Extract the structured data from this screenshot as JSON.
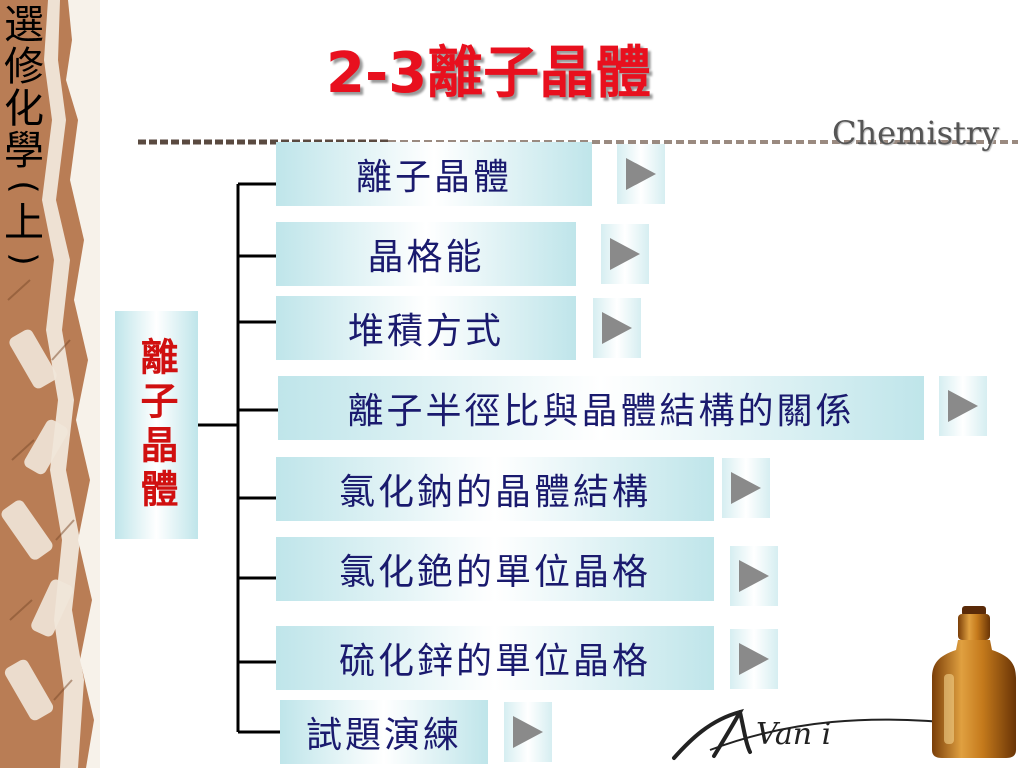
{
  "sidebar": {
    "chars": [
      "選",
      "修",
      "化",
      "學",
      "(",
      "上",
      ")"
    ]
  },
  "header": {
    "title": "2-3離子晶體",
    "brand": "Chemistry"
  },
  "diagram": {
    "root": "離子晶體",
    "items": [
      {
        "label": "離子晶體"
      },
      {
        "label": "晶格能"
      },
      {
        "label": "堆積方式"
      },
      {
        "label": "離子半徑比與晶體結構的關係"
      },
      {
        "label": "氯化鈉的晶體結構"
      },
      {
        "label": "氯化銫的單位晶格"
      },
      {
        "label": "硫化鋅的單位晶格"
      },
      {
        "label": "試題演練"
      }
    ]
  },
  "decor": {
    "signature_text": "Van i",
    "colors": {
      "title_red": "#e8101e",
      "node_text": "#1a1a6e",
      "node_fill": "#bfe5ea",
      "strip_brown": "#b97d55",
      "strip_cream": "#f7f2ea"
    },
    "icons": [
      "arrow-right-icon",
      "bottle-icon"
    ]
  }
}
